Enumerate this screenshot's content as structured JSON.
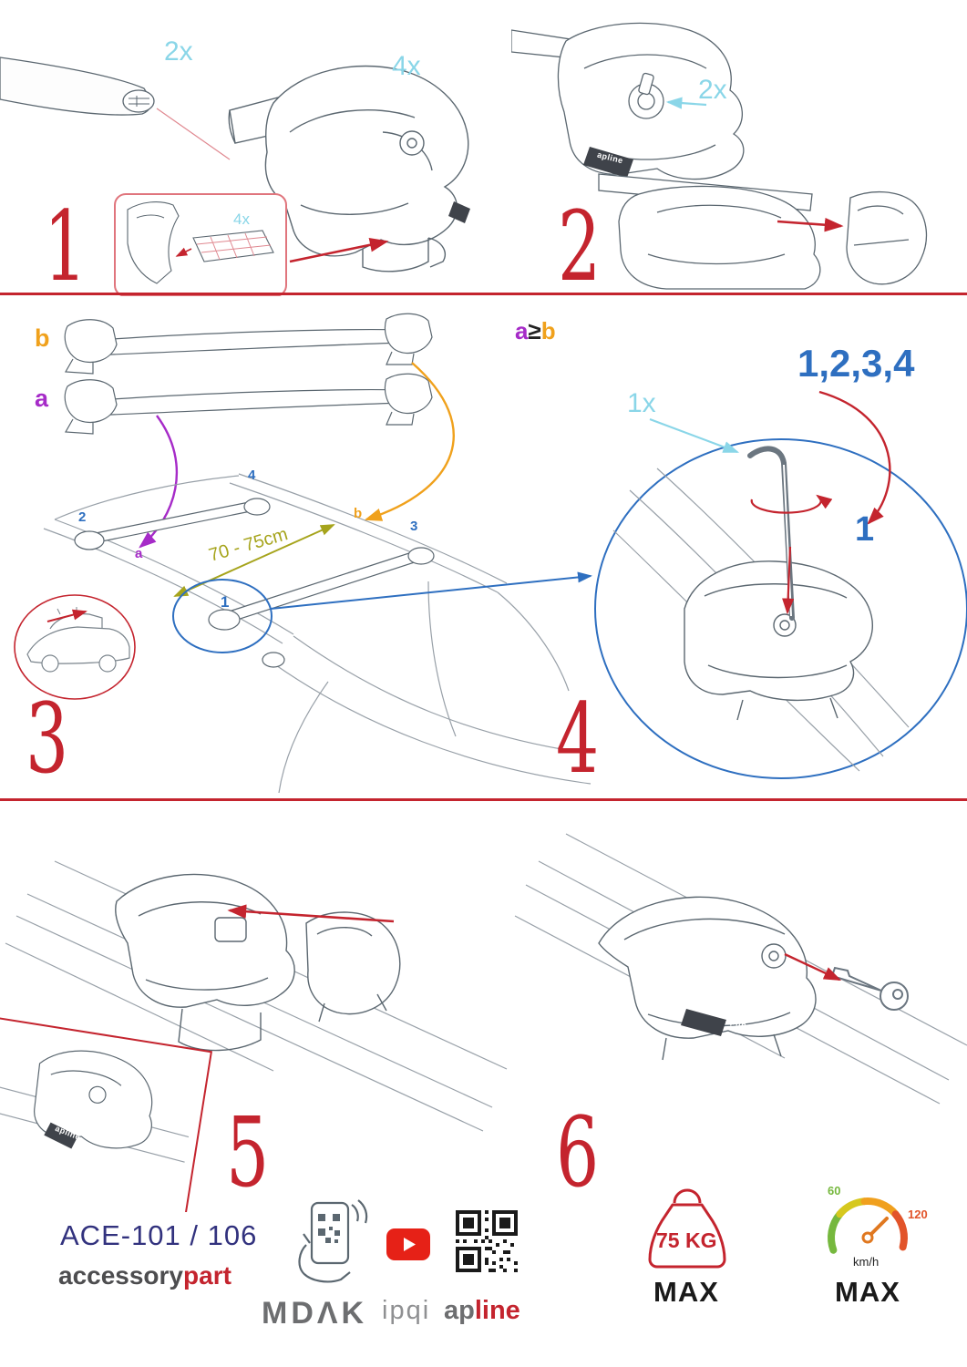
{
  "palette": {
    "accent_red": "#c4242e",
    "cyan": "#8ad6e8",
    "blue": "#2e6fc0",
    "purple": "#a62bc8",
    "orange": "#f0a11c",
    "olive": "#a6a41c",
    "navy": "#32327e"
  },
  "steps": {
    "s1": {
      "number": "1",
      "bar_qty": "2x",
      "foot_qty": "4x",
      "pad_qty": "4x"
    },
    "s2": {
      "number": "2",
      "lock_qty": "2x"
    },
    "s3": {
      "number": "3",
      "bar_b": "b",
      "bar_a": "a",
      "distance": "70 - 75cm",
      "roof_pos_rear_left": "2",
      "roof_pos_rear_right": "4",
      "roof_pos_front_left": "1",
      "roof_pos_front_right": "3",
      "roof_a": "a",
      "roof_b": "b"
    },
    "s4": {
      "number": "4",
      "cond_a": "a",
      "cond_op": "≥",
      "cond_b": "b",
      "sequence": "1,2,3,4",
      "tool_qty": "1x",
      "tighten_pos": "1"
    },
    "s5": {
      "number": "5"
    },
    "s6": {
      "number": "6"
    }
  },
  "brand_on_foot": "apline",
  "footer": {
    "model": "ACE-101 / 106",
    "brand_gray": "accessory",
    "brand_red": "part",
    "logo_mdak": "MDΛK",
    "logo_ipqi": "ipqi",
    "logo_ap": "ap",
    "logo_line": "line",
    "weight_value": "75 KG",
    "weight_max": "MAX",
    "speed_low": "60",
    "speed_high": "120",
    "speed_unit": "km/h",
    "speed_max": "MAX"
  }
}
